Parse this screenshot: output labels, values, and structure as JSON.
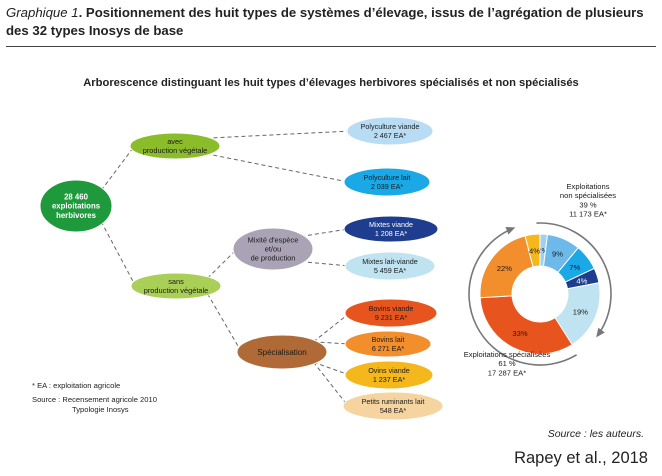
{
  "caption": {
    "lead": "Graphique 1",
    "text": ". Positionnement des huit types de systèmes d’élevage, issus de l’agrégation de plusieurs des 32 types Inosys de base"
  },
  "subtitle": "Arborescence distinguant les huit types d’élevages herbivores spécialisés et non spécialisés",
  "tree": {
    "root": {
      "lines": [
        "28 460",
        "exploitations",
        "herbivores"
      ],
      "color": "#1e9a3c",
      "text_color": "#ffffff"
    },
    "veg": {
      "lines": [
        "avec",
        "production végétale"
      ],
      "color": "#8bbd2b",
      "text_color": "#1a1a1a"
    },
    "noveg": {
      "lines": [
        "sans",
        "production végétale"
      ],
      "color": "#a9cf56",
      "text_color": "#1a1a1a"
    },
    "mixite": {
      "lines": [
        "Mixité d'espèce",
        "et/ou",
        "de production"
      ],
      "color": "#a9a3b5",
      "text_color": "#1a1a1a"
    },
    "spec": {
      "lines": [
        "Spécialisation"
      ],
      "color": "#b06a38",
      "text_color": "#1a1a1a"
    },
    "leaves": {
      "polyviande": {
        "lines": [
          "Polyculture viande",
          "2 467 EA*"
        ],
        "color": "#b9dcf5",
        "text_color": "#1a1a1a"
      },
      "polylait": {
        "lines": [
          "Polyculture lait",
          "2 039 EA*"
        ],
        "color": "#1aa8e6",
        "text_color": "#1a1a1a"
      },
      "mixviande": {
        "lines": [
          "Mixtes viande",
          "1 208 EA*"
        ],
        "color": "#1e3d8f",
        "text_color": "#ffffff"
      },
      "mixlait": {
        "lines": [
          "Mixtes lait-viande",
          "5 459 EA*"
        ],
        "color": "#bfe3f0",
        "text_color": "#1a1a1a"
      },
      "bovviande": {
        "lines": [
          "Bovins viande",
          "9 231 EA*"
        ],
        "color": "#e8541e",
        "text_color": "#1a1a1a"
      },
      "bovlait": {
        "lines": [
          "Bovins lait",
          "6 271 EA*"
        ],
        "color": "#f28e2b",
        "text_color": "#1a1a1a"
      },
      "ovins": {
        "lines": [
          "Ovins viande",
          "1 237 EA*"
        ],
        "color": "#f4b81c",
        "text_color": "#1a1a1a"
      },
      "petits": {
        "lines": [
          "Petits ruminants lait",
          "548 EA*"
        ],
        "color": "#f6d49f",
        "text_color": "#1a1a1a"
      }
    }
  },
  "donut": {
    "segments": [
      {
        "label": "2%",
        "value": 2,
        "color": "#9fd0f0"
      },
      {
        "label": "9%",
        "value": 9,
        "color": "#6db9ea"
      },
      {
        "label": "7%",
        "value": 7,
        "color": "#1aa8e6"
      },
      {
        "label": "4%",
        "value": 4,
        "color": "#1e3d8f"
      },
      {
        "label": "19%",
        "value": 19,
        "color": "#bfe3f0"
      },
      {
        "label": "33%",
        "value": 33,
        "color": "#e8541e"
      },
      {
        "label": "22%",
        "value": 22,
        "color": "#f28e2b"
      },
      {
        "label": "4%",
        "value": 4,
        "color": "#f4b81c"
      }
    ],
    "non_spec_label": [
      "Exploitations",
      "non spécialisées",
      "39 %",
      "11 173 EA*"
    ],
    "spec_label": [
      "Exploitations spécialisées",
      "61 %",
      "17 287 EA*"
    ]
  },
  "footnote": {
    "ea": "* EA : exploitation agricole",
    "source_line1": "Source : Recensement agricole 2010",
    "source_line2": "Typologie Inosys"
  },
  "source": "Source : les auteurs.",
  "credit": "Rapey et al., 2018"
}
